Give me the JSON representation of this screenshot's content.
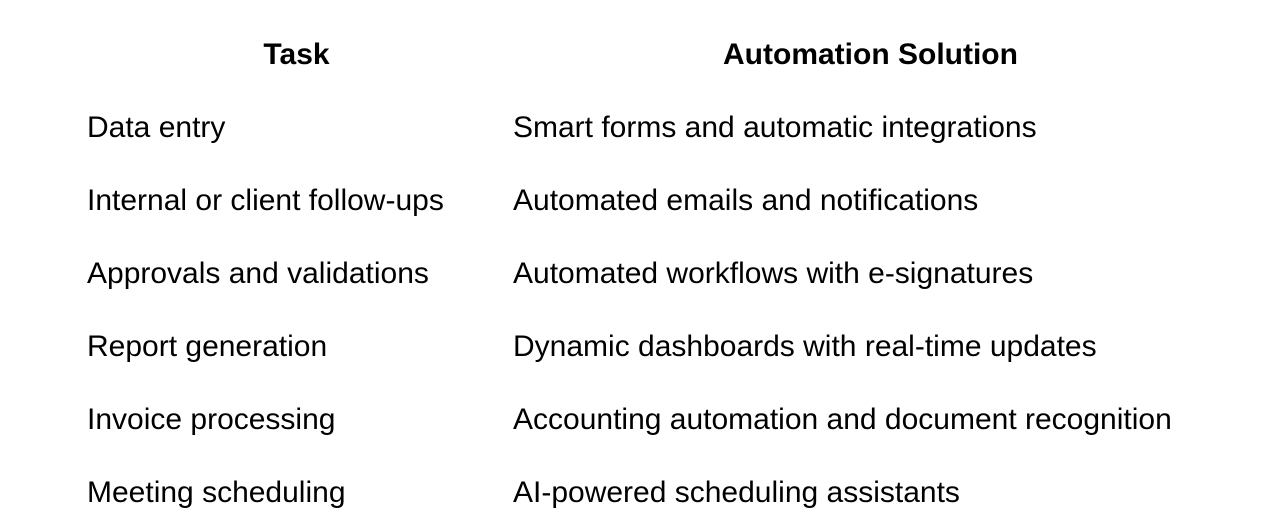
{
  "table": {
    "headers": {
      "task": "Task",
      "solution": "Automation Solution"
    },
    "rows": [
      {
        "task": "Data entry",
        "solution": "Smart forms and automatic integrations"
      },
      {
        "task": "Internal or client follow-ups",
        "solution": "Automated emails and notifications"
      },
      {
        "task": "Approvals and validations",
        "solution": "Automated workflows with e-signatures"
      },
      {
        "task": "Report generation",
        "solution": "Dynamic dashboards with real-time updates"
      },
      {
        "task": "Invoice processing",
        "solution": "Accounting automation and document recognition"
      },
      {
        "task": "Meeting scheduling",
        "solution": "AI-powered scheduling assistants"
      }
    ]
  }
}
